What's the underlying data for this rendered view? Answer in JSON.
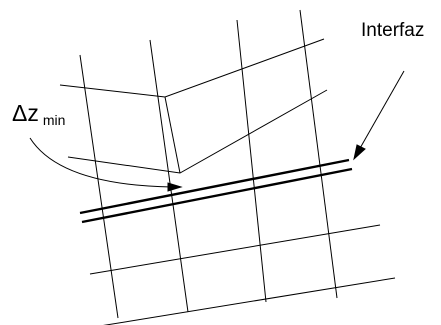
{
  "labels": {
    "interface_label": "Interfaz",
    "delta_z_symbol": "Δz",
    "delta_z_subscript": "min"
  },
  "colors": {
    "ink": "#000000",
    "background": "#ffffff"
  }
}
